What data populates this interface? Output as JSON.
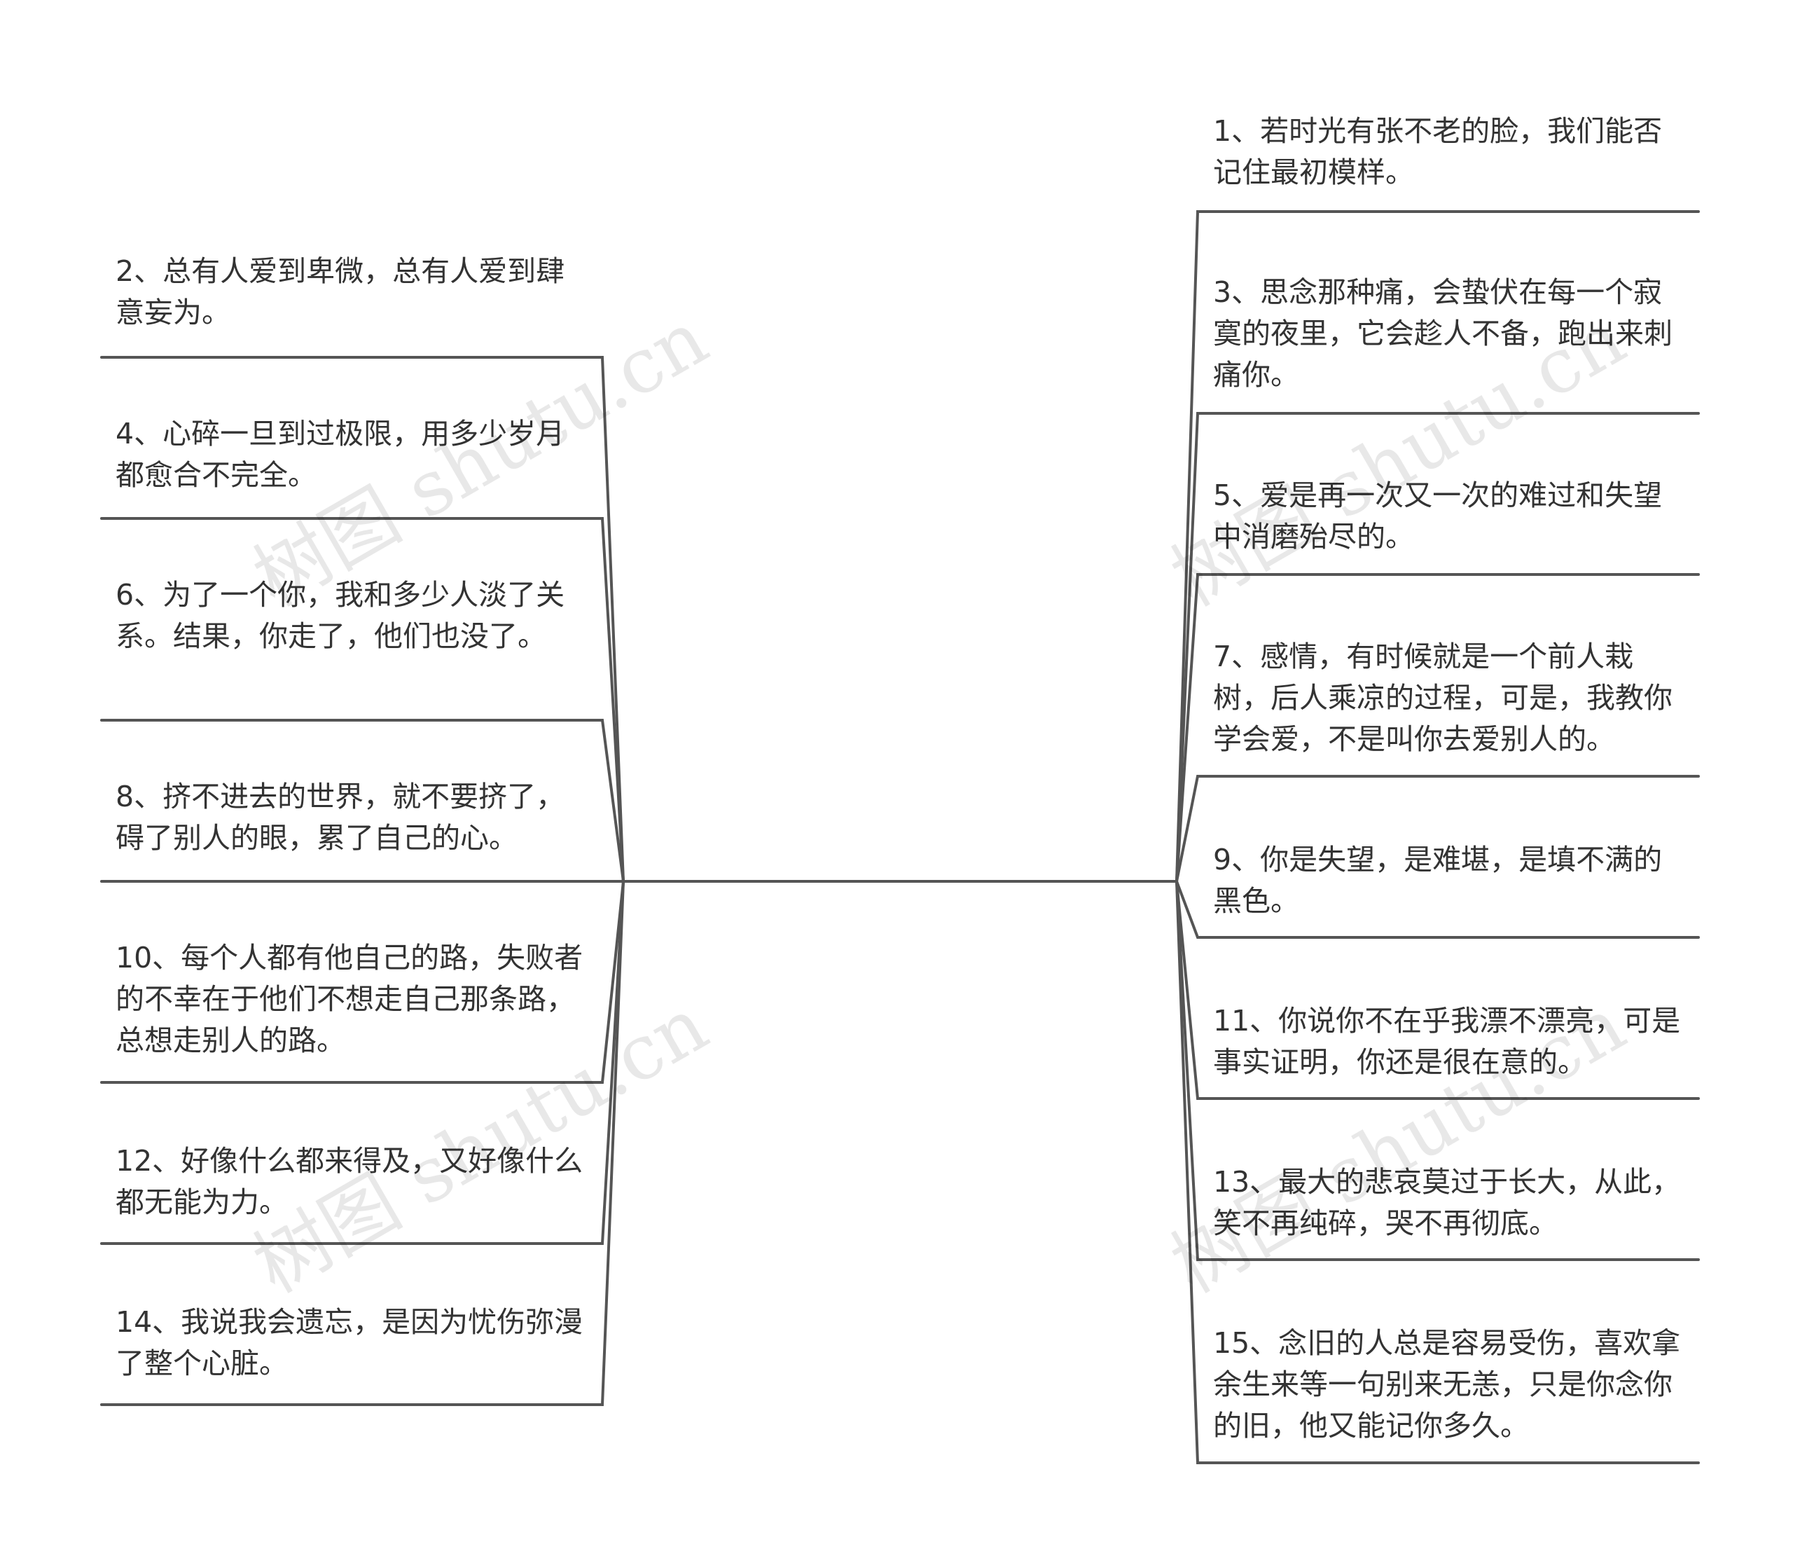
{
  "colors": {
    "line": "#555555",
    "text": "#333333",
    "background": "#ffffff"
  },
  "watermark": "树图 shutu.cn",
  "left_nodes": [
    {
      "text": "2、总有人爱到卑微，总有人爱到肆意妄为。"
    },
    {
      "text": "4、心碎一旦到过极限，用多少岁月都愈合不完全。"
    },
    {
      "text": "6、为了一个你，我和多少人淡了关系。结果，你走了，他们也没了。"
    },
    {
      "text": "8、挤不进去的世界，就不要挤了，碍了别人的眼，累了自己的心。"
    },
    {
      "text": "10、每个人都有他自己的路，失败者的不幸在于他们不想走自己那条路，总想走别人的路。"
    },
    {
      "text": "12、好像什么都来得及，又好像什么都无能为力。"
    },
    {
      "text": "14、我说我会遗忘，是因为忧伤弥漫了整个心脏。"
    }
  ],
  "right_nodes": [
    {
      "text": "1、若时光有张不老的脸，我们能否记住最初模样。"
    },
    {
      "text": "3、思念那种痛，会蛰伏在每一个寂寞的夜里，它会趁人不备，跑出来刺痛你。"
    },
    {
      "text": "5、爱是再一次又一次的难过和失望中消磨殆尽的。"
    },
    {
      "text": "7、感情，有时候就是一个前人栽树，后人乘凉的过程，可是，我教你学会爱，不是叫你去爱别人的。"
    },
    {
      "text": "9、你是失望，是难堪，是填不满的黑色。"
    },
    {
      "text": "11、你说你不在乎我漂不漂亮，可是事实证明，你还是很在意的。"
    },
    {
      "text": "13、最大的悲哀莫过于长大，从此，笑不再纯碎，哭不再彻底。"
    },
    {
      "text": "15、念旧的人总是容易受伤，喜欢拿余生来等一句别来无恙，只是你念你的旧，他又能记你多久。"
    }
  ]
}
